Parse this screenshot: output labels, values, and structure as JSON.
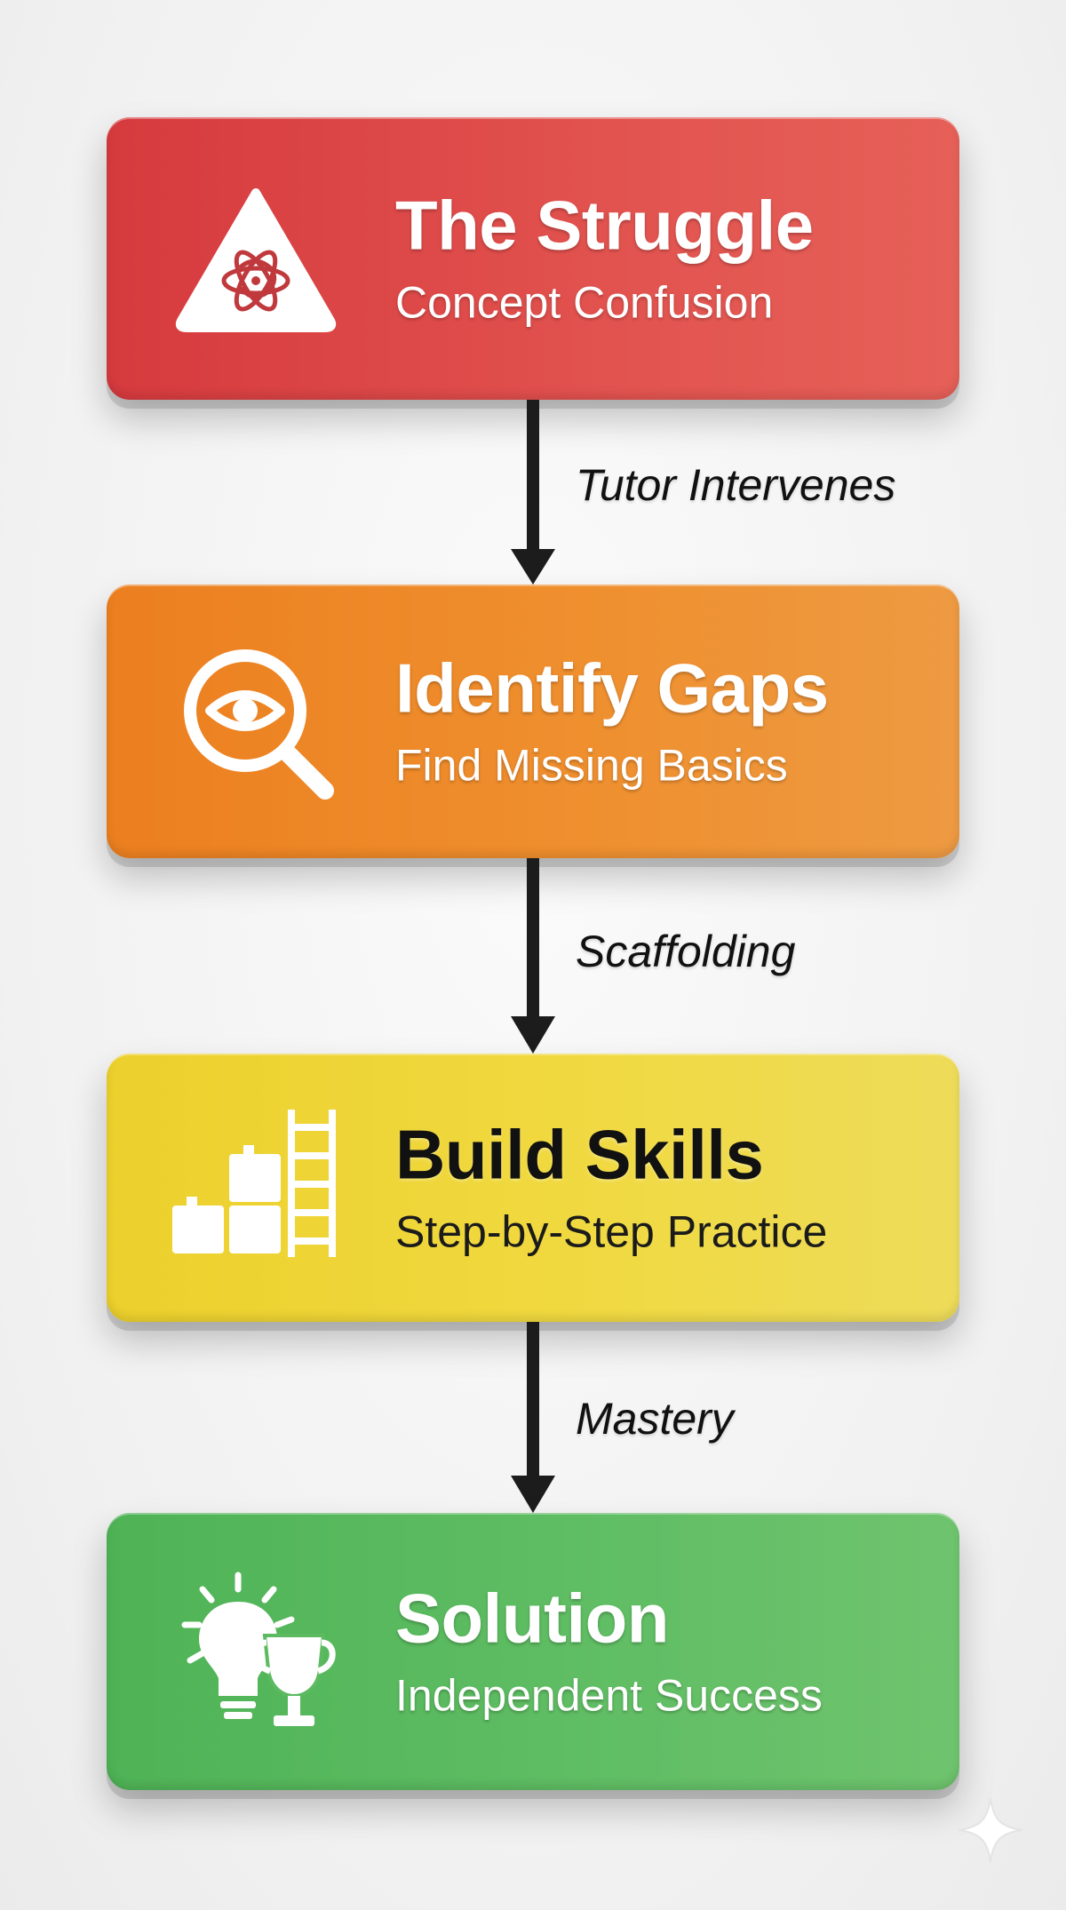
{
  "steps": [
    {
      "title": "The Struggle",
      "subtitle": "Concept Confusion",
      "color": "#dc4545",
      "icon": "warning-triangle-atom-icon"
    },
    {
      "title": "Identify Gaps",
      "subtitle": "Find Missing Basics",
      "color": "#ee8a2a",
      "icon": "magnifier-eye-icon"
    },
    {
      "title": "Build Skills",
      "subtitle": "Step-by-Step Practice",
      "color": "#eed63b",
      "icon": "blocks-ladder-icon"
    },
    {
      "title": "Solution",
      "subtitle": "Independent Success",
      "color": "#5cba60",
      "icon": "lightbulb-trophy-icon"
    }
  ],
  "connectors": [
    {
      "label": "Tutor Intervenes"
    },
    {
      "label": "Scaffolding"
    },
    {
      "label": "Mastery"
    }
  ],
  "colors": {
    "background": "#f3f3f3",
    "arrow": "#1c1c1c",
    "light_text": "#ffffff",
    "dark_text": "#111111"
  }
}
